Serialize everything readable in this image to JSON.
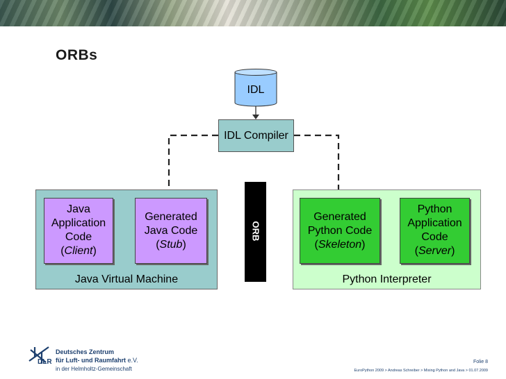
{
  "slide": {
    "title": "ORBs",
    "idl": "IDL",
    "idl_compiler": "IDL Compiler",
    "orb": "ORB",
    "java_vm": {
      "label": "Java Virtual Machine",
      "client": {
        "line1": "Java",
        "line2": "Application",
        "line3": "Code",
        "role": "Client"
      },
      "stub": {
        "line1": "Generated",
        "line2": "Java Code",
        "role": "Stub"
      }
    },
    "python_interp": {
      "label": "Python Interpreter",
      "skeleton": {
        "line1": "Generated",
        "line2": "Python Code",
        "role": "Skeleton"
      },
      "server": {
        "line1": "Python",
        "line2": "Application",
        "line3": "Code",
        "role": "Server"
      }
    }
  },
  "footer": {
    "org_line1": "Deutsches Zentrum",
    "org_line2a": "für Luft- und Raumfahrt",
    "org_line2b": "e.V.",
    "org_line3": "in der Helmholtz-Gemeinschaft",
    "logo_text": "DLR",
    "slide_number": "Folie 8",
    "citation": "EuroPython 2009 > Andreas Schreiber > Mixing Python and Java > 01.07.2009"
  },
  "colors": {
    "idl_fill": "#99ccff",
    "java_container": "#99cccc",
    "java_box": "#cc99ff",
    "python_container": "#ccffcc",
    "python_box": "#33cc33",
    "orb_bar": "#000000",
    "footer_text": "#1c3f6e"
  }
}
